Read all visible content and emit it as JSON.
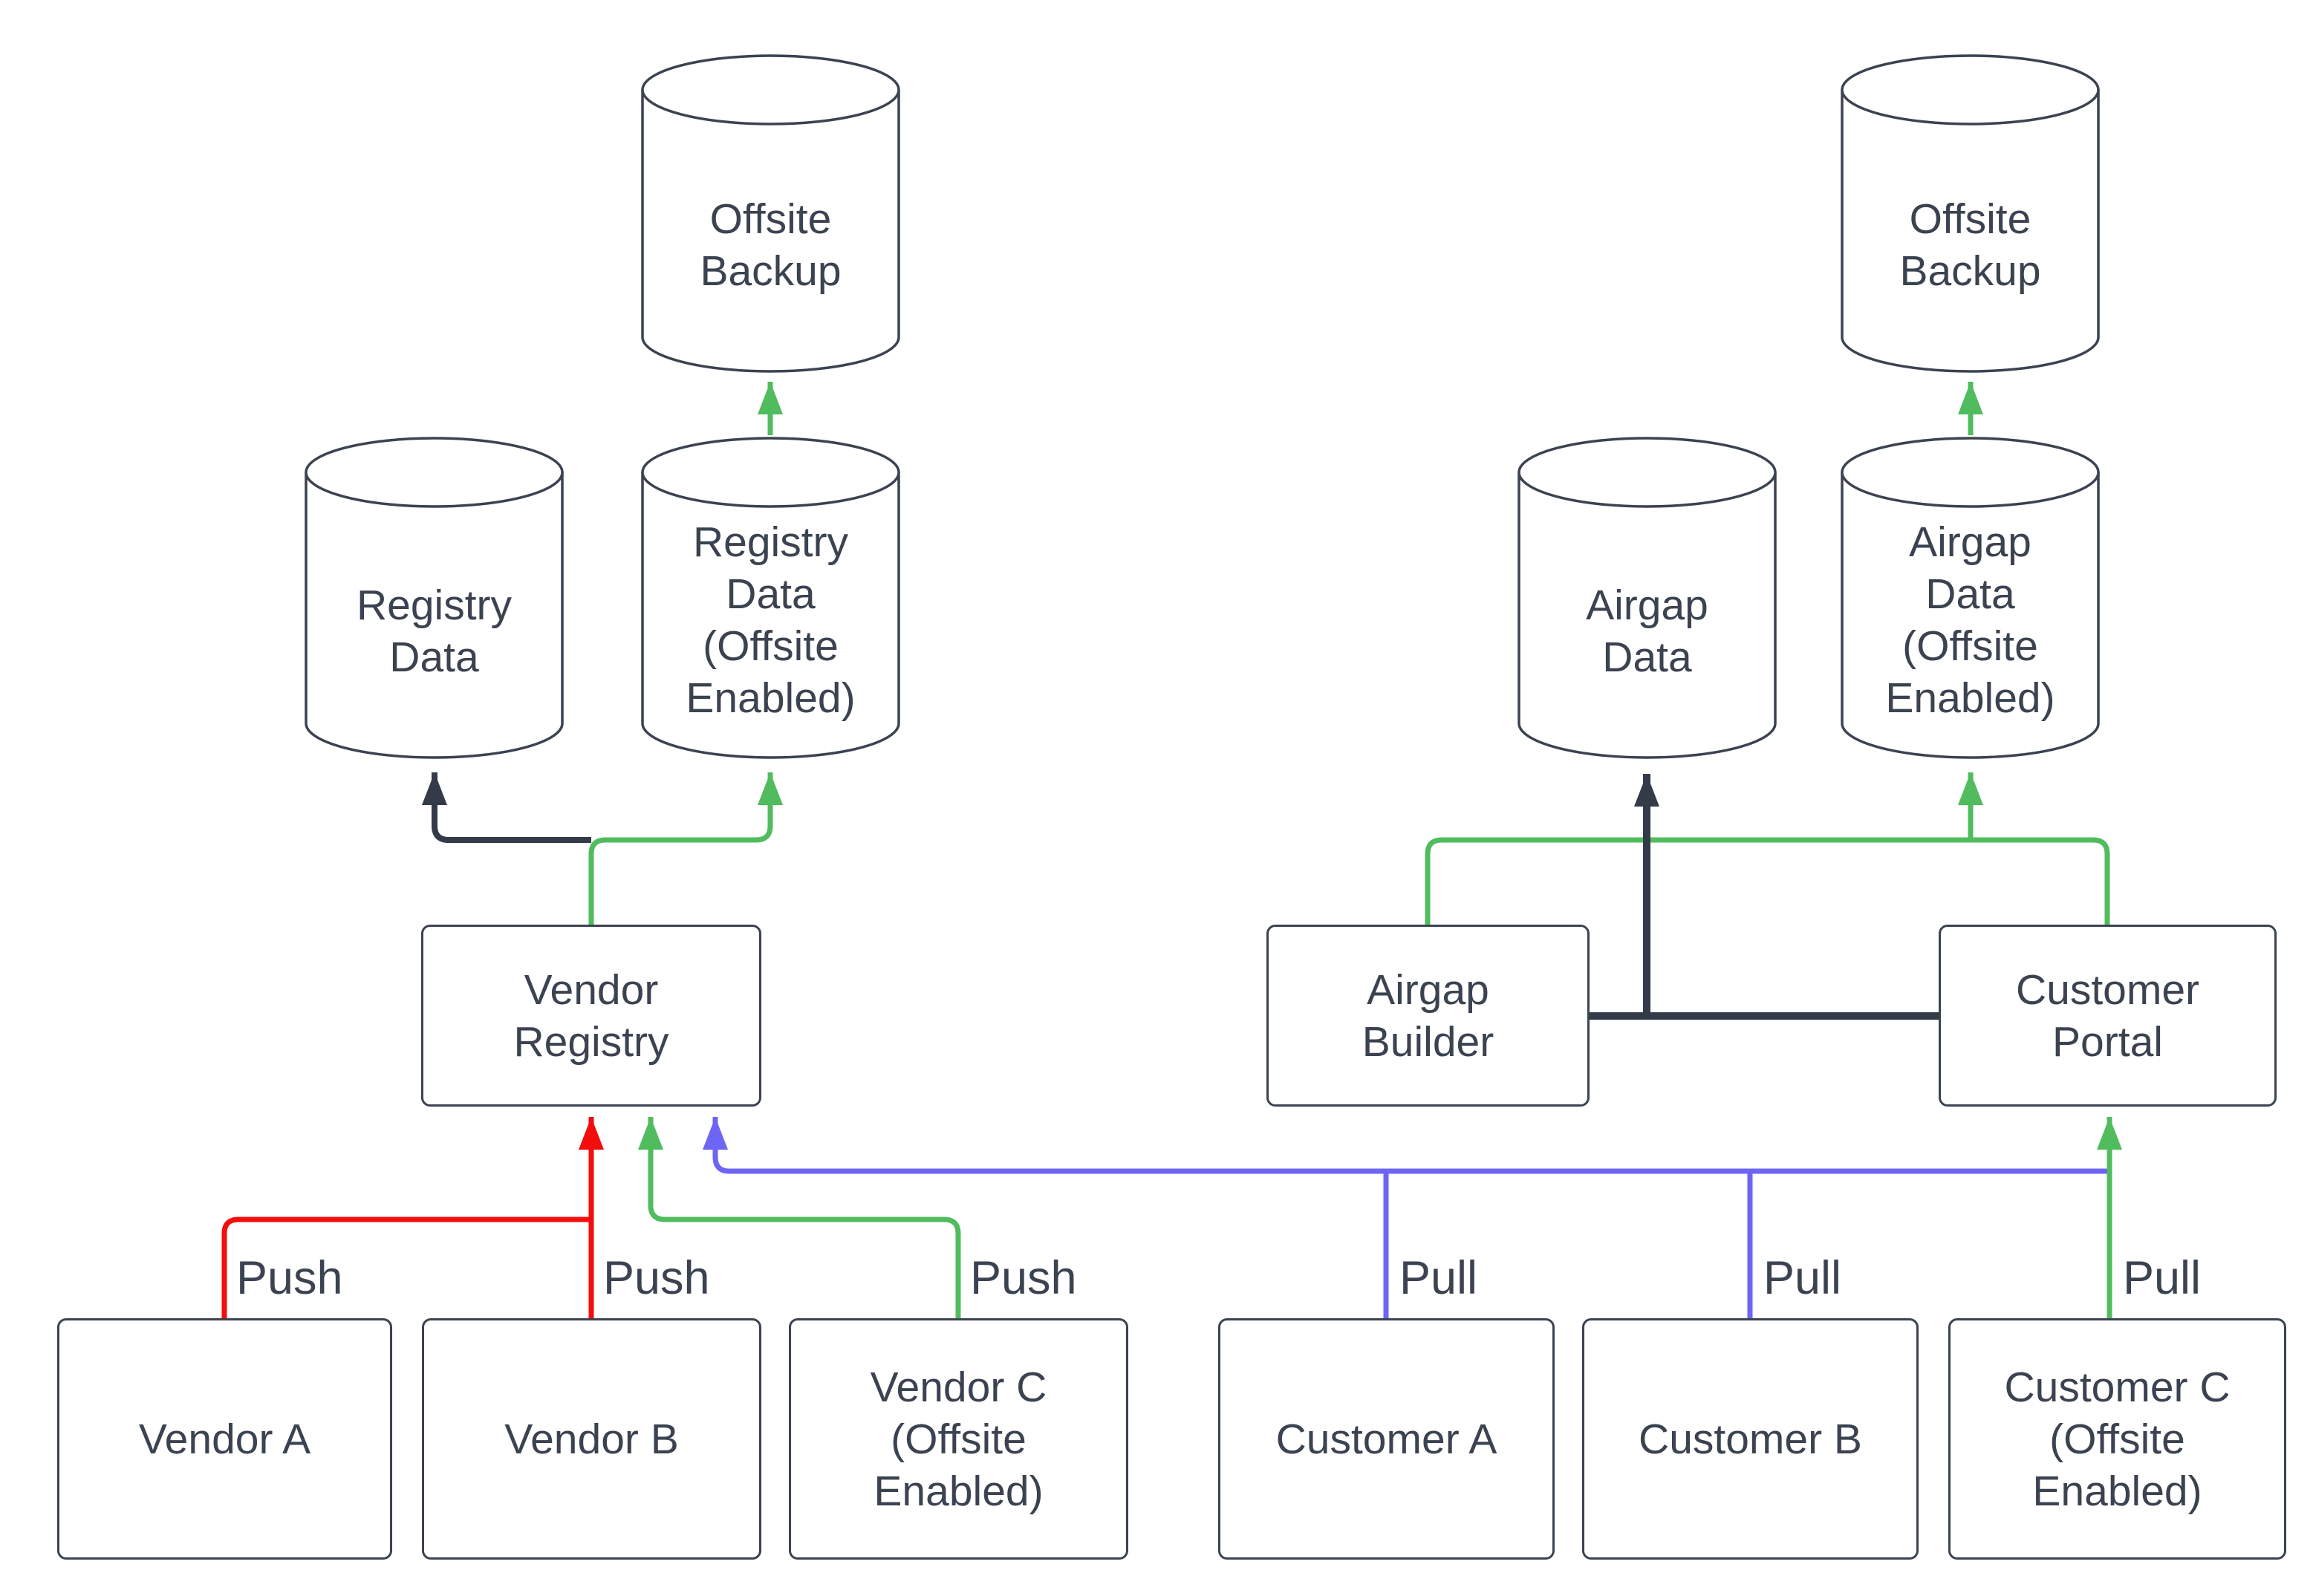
{
  "diagram_type": "flow-diagram",
  "colors": {
    "background": "#ffffff",
    "ink": "#3b4351",
    "edge_push": "#f30d0d",
    "edge_pull": "#6d65f4",
    "edge_offsite": "#50bc5e",
    "edge_dark": "#333b49"
  },
  "nodes": {
    "offsite_backup_left": {
      "label": "Offsite\nBackup",
      "shape": "cylinder"
    },
    "registry_data": {
      "label": "Registry\nData",
      "shape": "cylinder"
    },
    "registry_data_offsite": {
      "label": "Registry\nData\n(Offsite\nEnabled)",
      "shape": "cylinder"
    },
    "airgap_data": {
      "label": "Airgap\nData",
      "shape": "cylinder"
    },
    "airgap_data_offsite": {
      "label": "Airgap\nData\n(Offsite\nEnabled)",
      "shape": "cylinder"
    },
    "offsite_backup_right": {
      "label": "Offsite\nBackup",
      "shape": "cylinder"
    },
    "vendor_registry": {
      "label": "Vendor\nRegistry",
      "shape": "box"
    },
    "airgap_builder": {
      "label": "Airgap\nBuilder",
      "shape": "box"
    },
    "customer_portal": {
      "label": "Customer\nPortal",
      "shape": "box"
    },
    "vendor_a": {
      "label": "Vendor A",
      "shape": "box"
    },
    "vendor_b": {
      "label": "Vendor B",
      "shape": "box"
    },
    "vendor_c": {
      "label": "Vendor C\n(Offsite\nEnabled)",
      "shape": "box"
    },
    "customer_a": {
      "label": "Customer A",
      "shape": "box"
    },
    "customer_b": {
      "label": "Customer B",
      "shape": "box"
    },
    "customer_c": {
      "label": "Customer C\n(Offsite\nEnabled)",
      "shape": "box"
    }
  },
  "edges": [
    {
      "from": "vendor_a",
      "to": "vendor_registry",
      "label": "Push",
      "color": "red"
    },
    {
      "from": "vendor_b",
      "to": "vendor_registry",
      "label": "Push",
      "color": "red"
    },
    {
      "from": "vendor_c",
      "to": "vendor_registry",
      "label": "Push",
      "color": "green"
    },
    {
      "from": "customer_a",
      "to": "vendor_registry",
      "label": "Pull",
      "color": "blue"
    },
    {
      "from": "customer_b",
      "to": "vendor_registry",
      "label": "Pull",
      "color": "blue"
    },
    {
      "from": "customer_c",
      "to": "customer_portal",
      "label": "Pull",
      "color": "green"
    },
    {
      "from": "vendor_registry",
      "to": "registry_data",
      "label": "",
      "color": "dark"
    },
    {
      "from": "vendor_registry",
      "to": "registry_data_offsite",
      "label": "",
      "color": "green"
    },
    {
      "from": "registry_data_offsite",
      "to": "offsite_backup_left",
      "label": "",
      "color": "green"
    },
    {
      "from": "airgap_builder",
      "to": "airgap_data",
      "label": "",
      "color": "dark"
    },
    {
      "from": "customer_portal",
      "to": "airgap_data",
      "label": "",
      "color": "dark"
    },
    {
      "from": "airgap_builder",
      "to": "airgap_data_offsite",
      "label": "",
      "color": "green"
    },
    {
      "from": "customer_portal",
      "to": "airgap_data_offsite",
      "label": "",
      "color": "green"
    },
    {
      "from": "airgap_data_offsite",
      "to": "offsite_backup_right",
      "label": "",
      "color": "green"
    }
  ]
}
